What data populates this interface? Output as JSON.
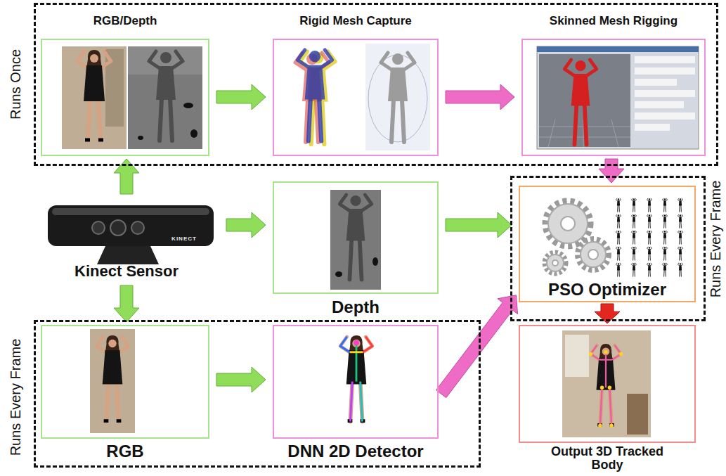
{
  "diagram": {
    "nodes": [
      {
        "text": [
          "Runs Once"
        ]
      },
      {
        "text": [
          "RGB/Depth"
        ],
        "in": 0
      },
      {
        "text": [
          "Rigid Mesh Capture"
        ],
        "in": 0
      },
      {
        "text": [
          "Skinned Mesh Rigging"
        ],
        "in": 0
      },
      {
        "text": [
          "Kinect Sensor"
        ]
      },
      {
        "text": [
          "Depth"
        ]
      },
      {
        "text": [
          "Runs Every Frame"
        ]
      },
      {
        "text": [
          "PSO Optimizer"
        ],
        "in": 6
      },
      {
        "text": [
          "Runs Every Frame"
        ]
      },
      {
        "text": [
          "RGB"
        ],
        "in": 8
      },
      {
        "text": [
          "DNN 2D Detector"
        ],
        "in": 8
      },
      {
        "text": [
          "Output 3D Tracked Body"
        ]
      }
    ],
    "edges": [
      {
        "from": 4,
        "to": 1,
        "arrow": "to"
      },
      {
        "from": 1,
        "to": 2,
        "arrow": "to"
      },
      {
        "from": 2,
        "to": 3,
        "arrow": "to"
      },
      {
        "from": 3,
        "to": 7,
        "arrow": "to"
      },
      {
        "from": 4,
        "to": 5,
        "arrow": "to"
      },
      {
        "from": 5,
        "to": 7,
        "arrow": "to"
      },
      {
        "from": 4,
        "to": 9,
        "arrow": "to"
      },
      {
        "from": 9,
        "to": 10,
        "arrow": "to"
      },
      {
        "from": 10,
        "to": 7,
        "arrow": "to"
      },
      {
        "from": 7,
        "to": 11,
        "arrow": "to"
      }
    ],
    "labels": [
      "KINECT"
    ]
  }
}
